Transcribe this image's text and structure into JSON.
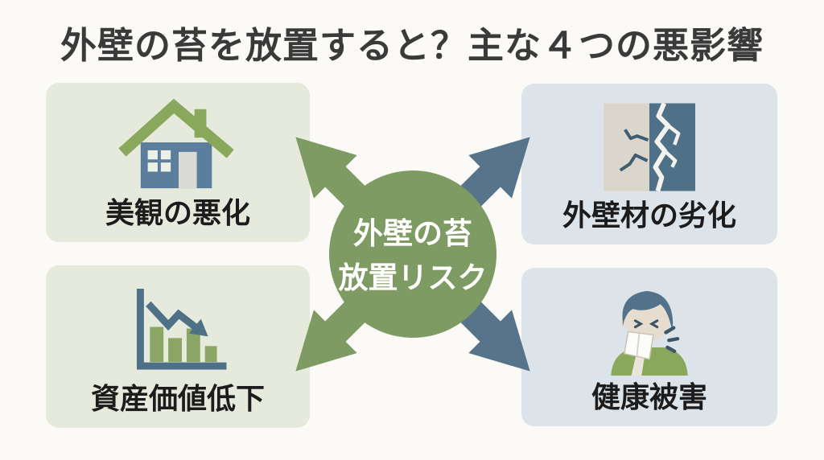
{
  "page": {
    "title": "外壁の苔を放置すると？主な４つの悪影響",
    "background_color": "#fbfaf7",
    "title_color": "#3a3a3a"
  },
  "center": {
    "line1": "外壁の苔",
    "line2": "放置リスク",
    "circle_color": "#7d9b62",
    "text_color": "#ffffff"
  },
  "colors": {
    "green_accent": "#7d9b62",
    "slate_accent": "#57748a",
    "green_box_bg": "#e6eadd",
    "slate_box_bg": "#dce3e9",
    "label_color": "#1c1c1c"
  },
  "boxes": [
    {
      "position": "top-left",
      "label": "美観の悪化",
      "icon": "house-icon",
      "bg": "#e6eadd",
      "arrow_color": "#7d9b62"
    },
    {
      "position": "top-right",
      "label": "外壁材の劣化",
      "icon": "cracked-wall-icon",
      "bg": "#dce3e9",
      "arrow_color": "#57748a"
    },
    {
      "position": "bottom-left",
      "label": "資産価値低下",
      "icon": "declining-chart-icon",
      "bg": "#e6eadd",
      "arrow_color": "#7d9b62"
    },
    {
      "position": "bottom-right",
      "label": "健康被害",
      "icon": "sneezing-person-icon",
      "bg": "#dce3e9",
      "arrow_color": "#57748a"
    }
  ]
}
